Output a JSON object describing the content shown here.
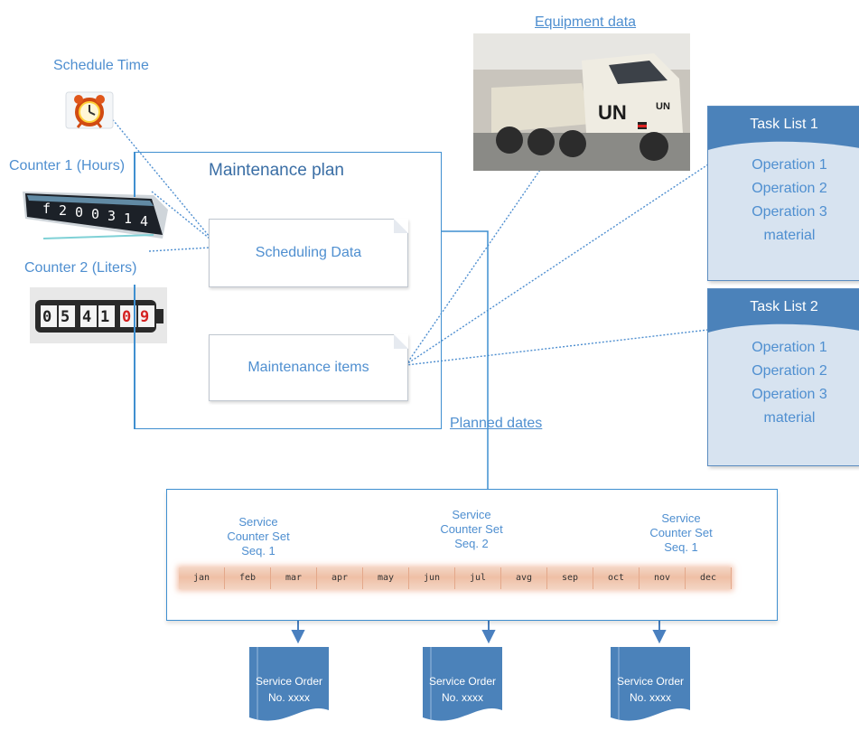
{
  "labels": {
    "schedule_time": "Schedule Time",
    "counter1": "Counter 1 (Hours)",
    "counter2": "Counter 2 (Liters)",
    "equipment": "Equipment data",
    "plan": "Maintenance plan",
    "scheduling_data": "Scheduling Data",
    "maintenance_items": "Maintenance items",
    "planned_dates": "Planned dates"
  },
  "counter1_digits": [
    "f",
    "2",
    "0",
    "0",
    "3",
    "1",
    "4"
  ],
  "counter2_digits": [
    "0",
    "5",
    "4",
    "1",
    "0",
    "9"
  ],
  "vehicle_markings": [
    "UN",
    "UN"
  ],
  "task_lists": [
    {
      "title": "Task List 1",
      "ops": [
        "Operation 1",
        "Operation 2",
        "Operation 3",
        "material"
      ]
    },
    {
      "title": "Task List 2",
      "ops": [
        "Operation 1",
        "Operation 2",
        "Operation 3",
        "material"
      ]
    }
  ],
  "sequences": [
    {
      "lines": [
        "Service",
        "Counter Set",
        "Seq. 1"
      ]
    },
    {
      "lines": [
        "Service",
        "Counter Set",
        "Seq. 2"
      ]
    },
    {
      "lines": [
        "Service",
        "Counter Set",
        "Seq. 1"
      ]
    }
  ],
  "months": [
    "jan",
    "feb",
    "mar",
    "apr",
    "may",
    "jun",
    "jul",
    "avg",
    "sep",
    "oct",
    "nov",
    "dec"
  ],
  "service_orders": [
    {
      "line1": "Service Order",
      "line2": "No. xxxx"
    },
    {
      "line1": "Service Order",
      "line2": "No. xxxx"
    },
    {
      "line1": "Service Order",
      "line2": "No. xxxx"
    }
  ],
  "colors": {
    "accent": "#3f8fd0",
    "task_header": "#4b82ba",
    "task_body": "#d7e3f0",
    "month_band": "#efbfa5"
  }
}
